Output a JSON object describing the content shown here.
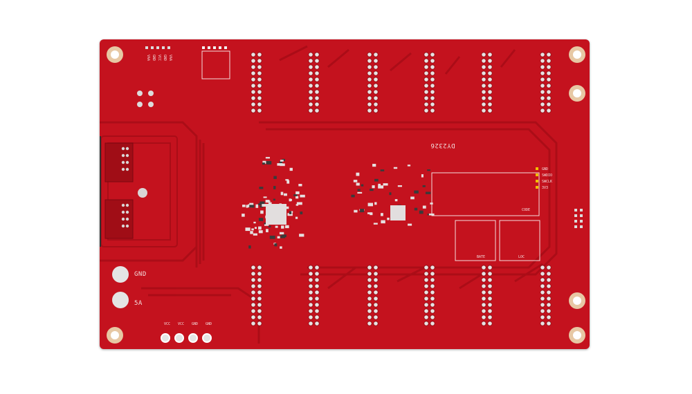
{
  "board": {
    "colors": {
      "substrate": "#c4121e",
      "trace": "#a90d17",
      "copper": "#e7c8a4",
      "silkscreen": "#f3dede",
      "pad": "#d8d8d8"
    },
    "markings": {
      "gnd_label": "GND",
      "v5a_label": "5A",
      "batt_label": "BATE",
      "loc_label": "LOC",
      "code_label": "CODE",
      "dy_label": "DY2326",
      "pwr_pins": [
        "VCC",
        "VCC",
        "GND",
        "GND"
      ],
      "top_pins": [
        "VAA",
        "GND",
        "VCC",
        "GND",
        "VAA"
      ],
      "side_pins": [
        "GND",
        "SWDIO",
        "SWCLK",
        "3V3"
      ]
    }
  }
}
